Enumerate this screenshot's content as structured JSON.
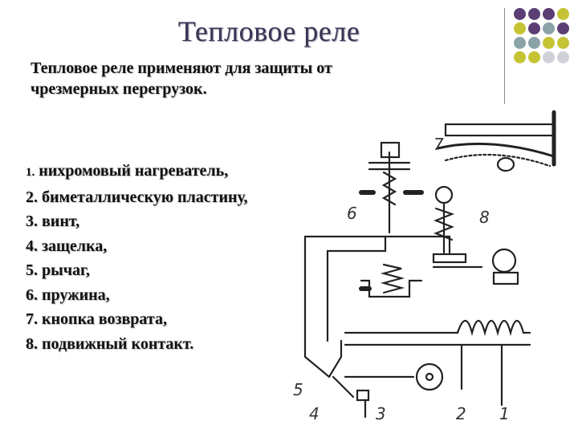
{
  "slide": {
    "title": "Тепловое реле",
    "intro_line1": "Тепловое реле применяют для защиты от",
    "intro_line2": "чрезмерных перегрузок.",
    "items": [
      {
        "num": "1.",
        "text": "нихромовый нагреватель,"
      },
      {
        "num": "2.",
        "text": "биметаллическую пластину,"
      },
      {
        "num": "3.",
        "text": "винт,"
      },
      {
        "num": "4.",
        "text": "защелка,"
      },
      {
        "num": "5.",
        "text": "рычаг,"
      },
      {
        "num": "6.",
        "text": "пружина,"
      },
      {
        "num": "7.",
        "text": "кнопка возврата,"
      },
      {
        "num": "8.",
        "text": "подвижный контакт."
      }
    ]
  },
  "diagram": {
    "labels": [
      "1",
      "2",
      "3",
      "4",
      "5",
      "6",
      "7",
      "8"
    ]
  },
  "decor": {
    "dot_colors": [
      "#5b3f74",
      "#5b3f74",
      "#5b3f74",
      "#c5c334",
      "#c5c334",
      "#5b3f74",
      "#8aa3a8",
      "#5b3f74",
      "#8aa3a8",
      "#8aa3a8",
      "#c5c334",
      "#c5c334",
      "#c5c334",
      "#c5c334",
      "#d0d0d8",
      "#d0d0d8"
    ]
  }
}
